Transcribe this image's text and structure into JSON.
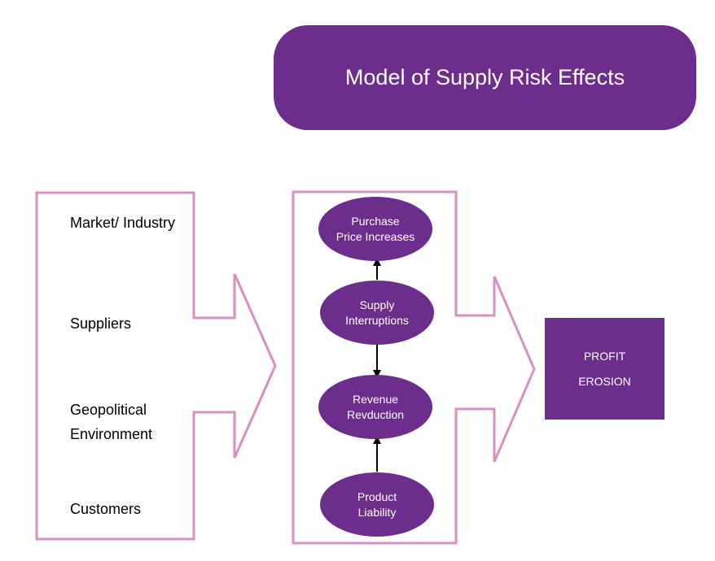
{
  "title": "Model of Supply Risk Effects",
  "left_factors": [
    {
      "id": "market",
      "label": "Market/ Industry"
    },
    {
      "id": "suppliers",
      "label": "Suppliers"
    },
    {
      "id": "geopolitical",
      "label": "Geopolitical\nEnvironment"
    },
    {
      "id": "customers",
      "label": "Customers"
    }
  ],
  "effects": [
    {
      "id": "purchase",
      "label": "Purchase\nPrice Increases"
    },
    {
      "id": "supply",
      "label": "Supply\nInterruptions"
    },
    {
      "id": "revenue",
      "label": "Revenue\nRevduction"
    },
    {
      "id": "liability",
      "label": "Product\nLiability"
    }
  ],
  "outcome": "PROFIT\nEROSION",
  "colors": {
    "accent": "#6c2d8c",
    "outline": "#d98ec4",
    "text_on_accent": "#ffffff",
    "connector": "#000000"
  }
}
